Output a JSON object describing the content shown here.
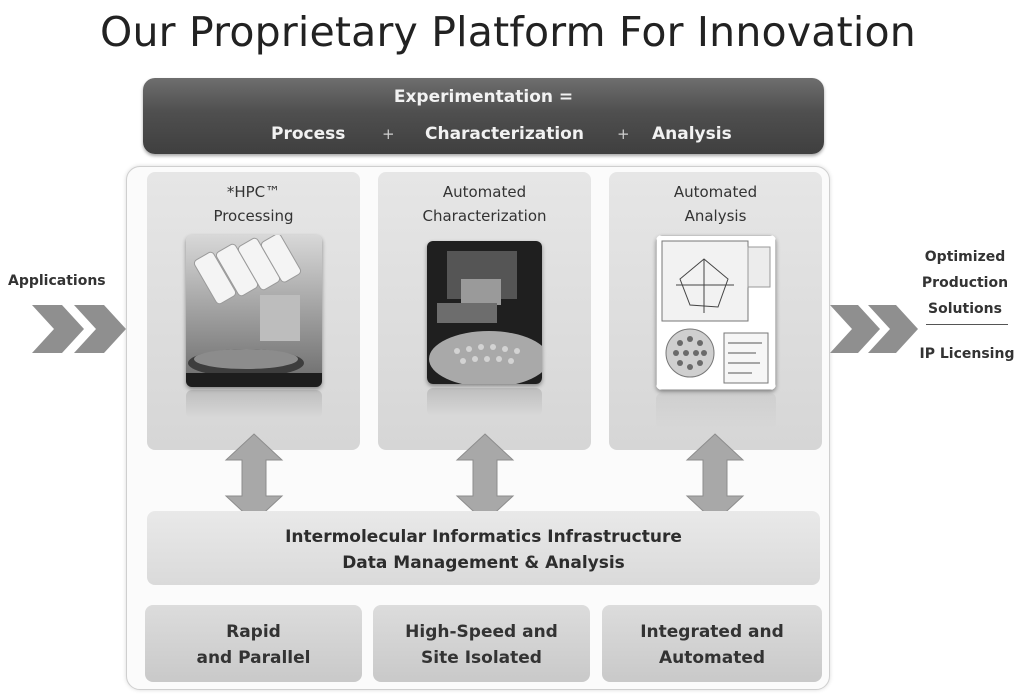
{
  "title": "Our Proprietary Platform For Innovation",
  "banner": {
    "line1": "Experimentation =",
    "process": "Process",
    "plus1": "+",
    "characterization": "Characterization",
    "plus2": "+",
    "analysis": "Analysis"
  },
  "cards": [
    {
      "line1": "*HPC™",
      "line2": "Processing"
    },
    {
      "line1": "Automated",
      "line2": "Characterization"
    },
    {
      "line1": "Automated",
      "line2": "Analysis"
    }
  ],
  "infrastructure": {
    "line1": "Intermolecular Informatics Infrastructure",
    "line2": "Data Management & Analysis"
  },
  "footer": [
    {
      "line1": "Rapid",
      "line2": "and Parallel"
    },
    {
      "line1": "High-Speed and",
      "line2": "Site Isolated"
    },
    {
      "line1": "Integrated and",
      "line2": "Automated"
    }
  ],
  "left_side": {
    "label": "Applications"
  },
  "right_side": {
    "line1": "Optimized",
    "line2": "Production",
    "line3": "Solutions",
    "line4": "IP Licensing"
  },
  "colors": {
    "banner": "#4f4f4f",
    "card": "#dddddd",
    "arrow": "#a9a9a9"
  }
}
